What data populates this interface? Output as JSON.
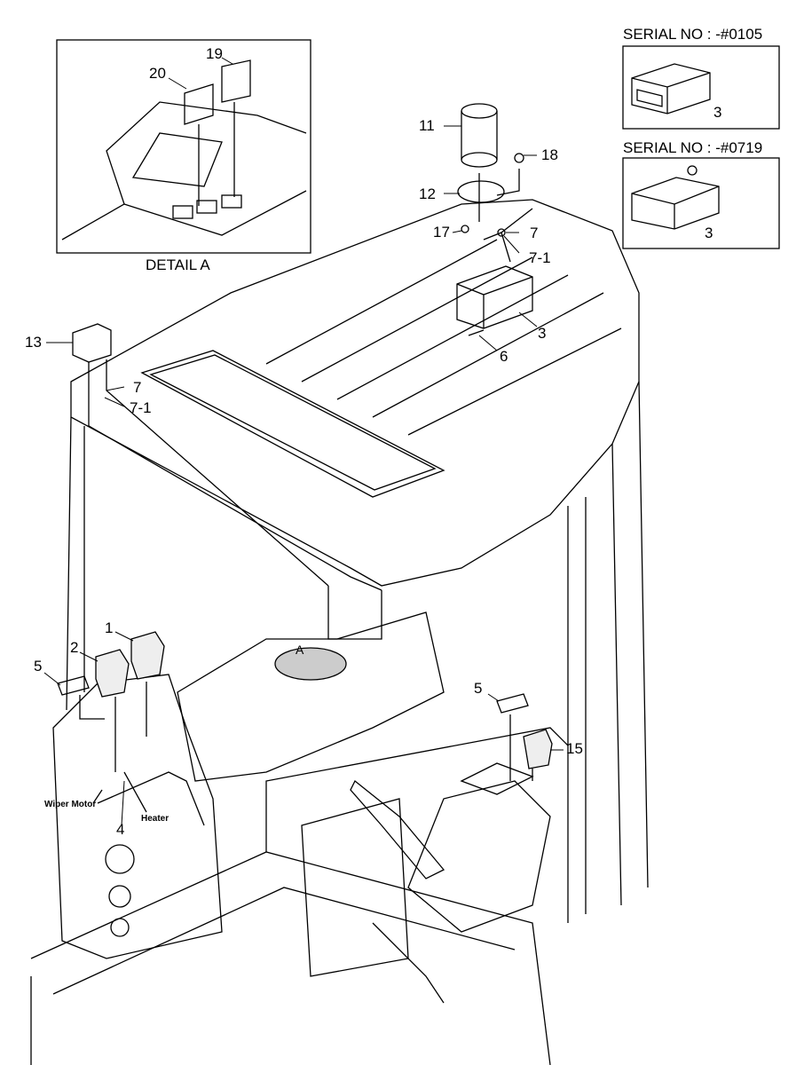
{
  "serial_boxes": [
    {
      "title": "SERIAL NO : -#0105",
      "part": "3"
    },
    {
      "title": "SERIAL NO : -#0719",
      "part": "3"
    }
  ],
  "detail": {
    "title": "DETAIL A",
    "parts": [
      "19",
      "20"
    ]
  },
  "callouts": {
    "p11": "11",
    "p18": "18",
    "p12": "12",
    "p17": "17",
    "p7a": "7",
    "p71a": "7-1",
    "p3": "3",
    "p6": "6",
    "p13": "13",
    "p7b": "7",
    "p71b": "7-1",
    "p1": "1",
    "p2": "2",
    "p5a": "5",
    "p4": "4",
    "pA": "A",
    "p5b": "5",
    "p15": "15"
  },
  "wire_labels": {
    "wiper_motor": "Wiper Motor",
    "heater": "Heater"
  }
}
